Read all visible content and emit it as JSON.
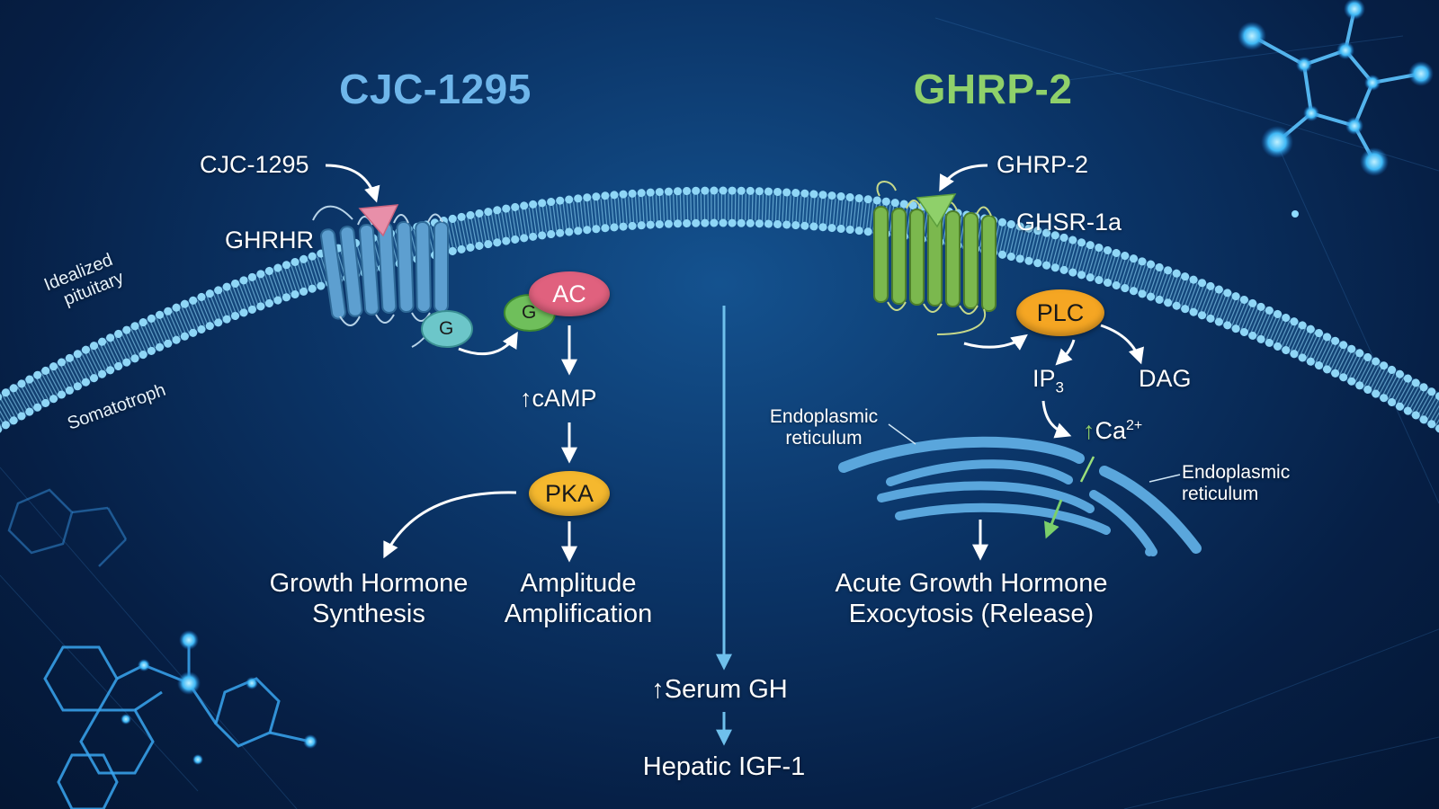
{
  "titles": {
    "left": "CJC-1295",
    "right": "GHRP-2"
  },
  "colors": {
    "left_accent": "#6fb6ea",
    "right_accent": "#8fd06a",
    "membrane": "#7ccdf4",
    "receptor_left": "#5d9fd0",
    "receptor_right": "#7bb84e",
    "ac_oval": "#e0617e",
    "pka_oval": "#f5b82e",
    "plc_oval": "#f5a623",
    "g_protein_left": "#6cc6c9",
    "g_protein_right": "#6fbf5b"
  },
  "membrane_labels": {
    "top": [
      "Idealized",
      "pituitary"
    ],
    "bottom": "Somatotroph"
  },
  "left_pathway": {
    "ligand": "CJC-1295",
    "receptor": "GHRHR",
    "g_protein_1": "G",
    "g_protein_2": "G",
    "enzyme": "AC",
    "second_messenger": "cAMP",
    "kinase": "PKA",
    "outcome_1": [
      "Growth Hormone",
      "Synthesis"
    ],
    "outcome_2": [
      "Amplitude",
      "Amplification"
    ]
  },
  "right_pathway": {
    "ligand": "GHRP-2",
    "receptor": "GHSR-1a",
    "enzyme": "PLC",
    "ip3": "IP",
    "ip3_sub": "3",
    "dag": "DAG",
    "calcium": "Ca",
    "calcium_sup": "2+",
    "er_label_1": [
      "Endoplasmic",
      "reticulum"
    ],
    "er_label_2": [
      "Endoplasmic",
      "reticulum"
    ],
    "outcome": [
      "Acute Growth Hormone",
      "Exocytosis (Release)"
    ]
  },
  "center": {
    "serum": "Serum GH",
    "igf": "Hepatic IGF-1"
  },
  "icons": {
    "increase": "up-arrow-icon",
    "molecule": "molecule-network-icon"
  }
}
